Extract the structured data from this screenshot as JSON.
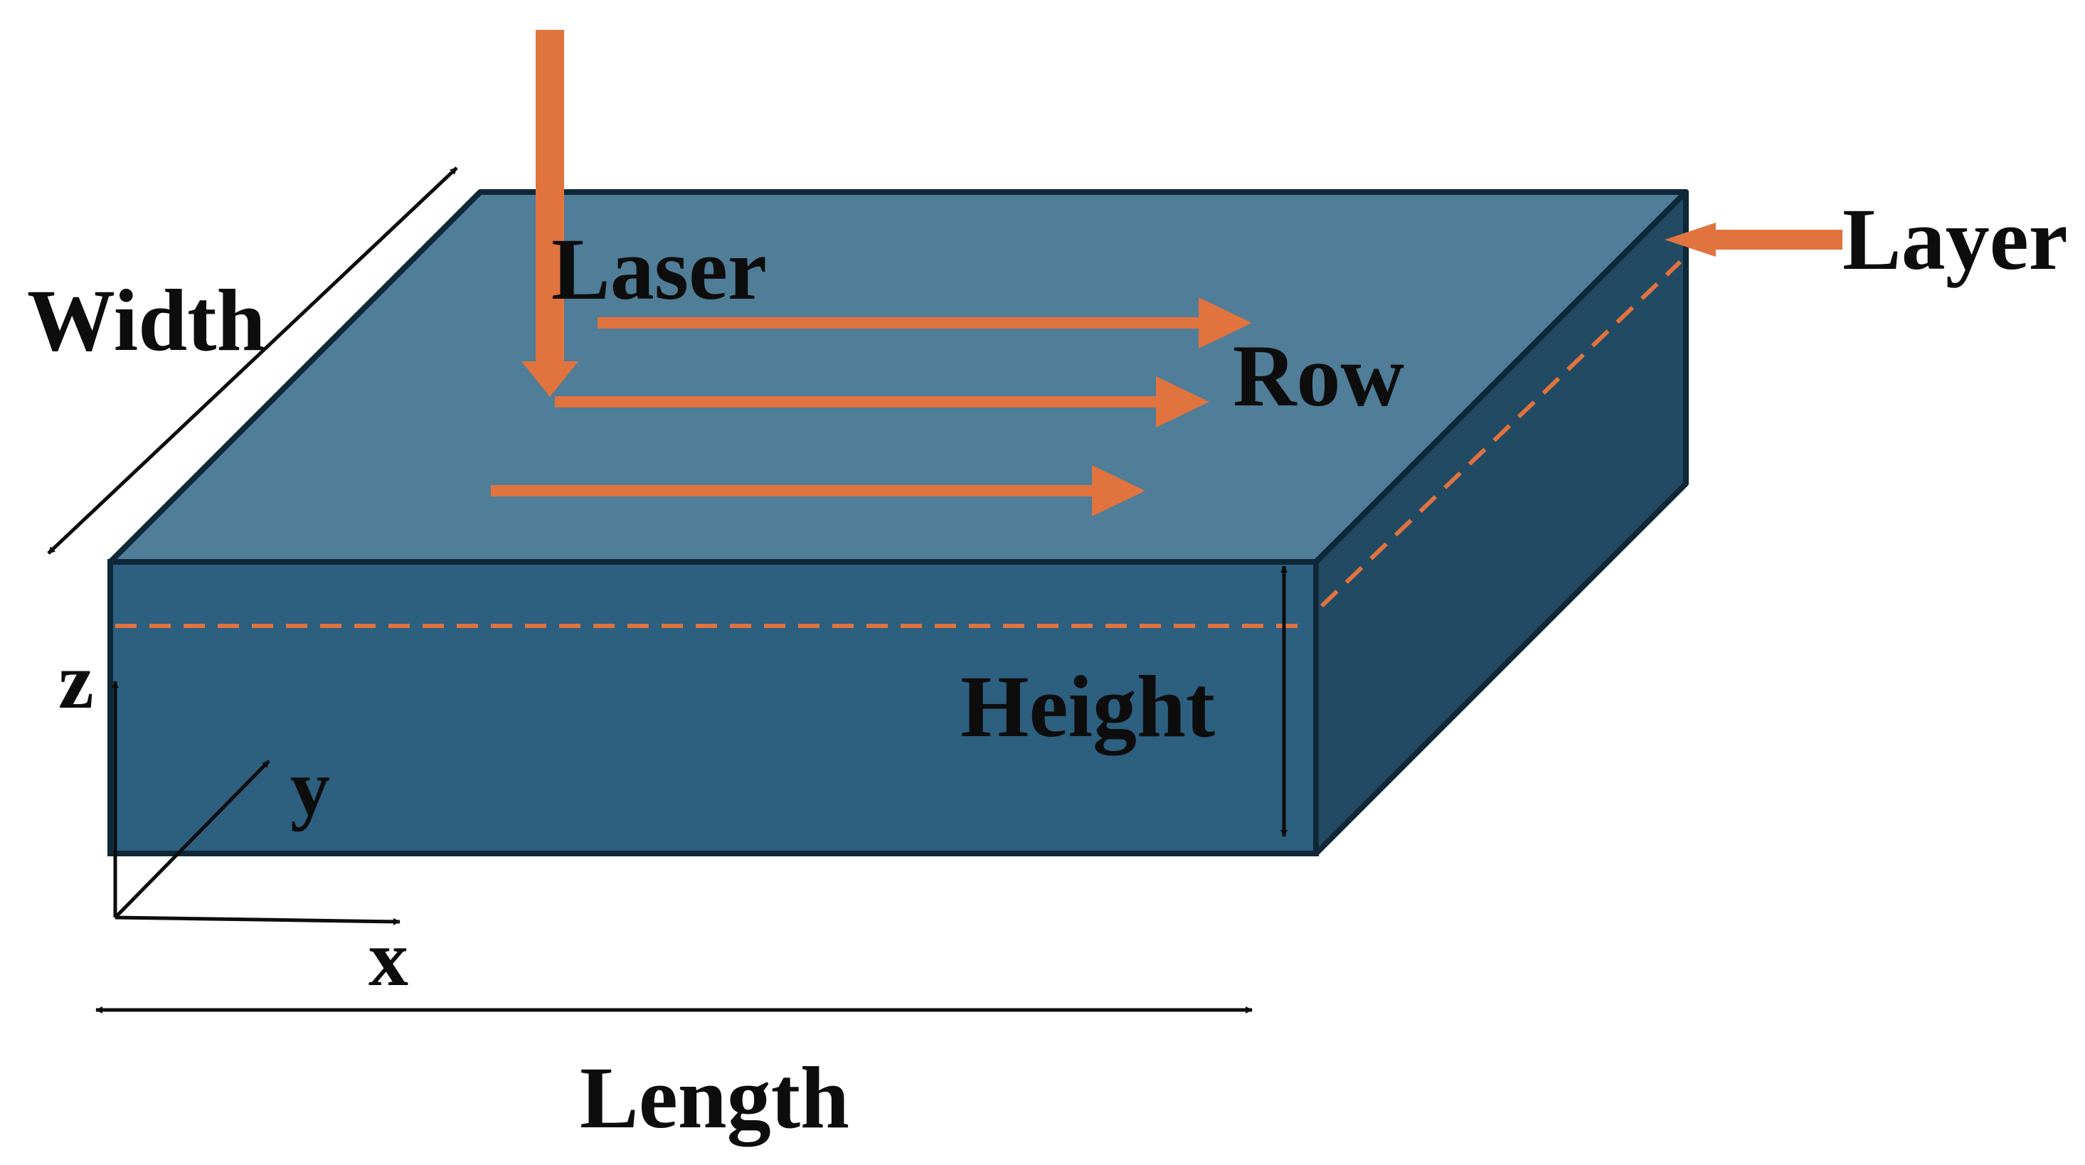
{
  "labels": {
    "laser": "Laser",
    "row": "Row",
    "layer": "Layer",
    "width": "Width",
    "height": "Height",
    "length": "Length",
    "axis_x": "x",
    "axis_y": "y",
    "axis_z": "z"
  },
  "colors": {
    "top_face": "#507d97",
    "front_face": "#2d5f7f",
    "side_face": "#234a63",
    "outline": "#0f2838",
    "laser_orange": "#e0733e",
    "ink": "#0d0d0d",
    "background": "#ffffff"
  },
  "scan_rows": 3,
  "icons": {
    "laser": "laser-beam-arrow",
    "row": "scan-path-arrow",
    "layer": "layer-pointer-arrow",
    "dimension": "double-headed-arrow",
    "axis": "coordinate-axis-arrow"
  }
}
